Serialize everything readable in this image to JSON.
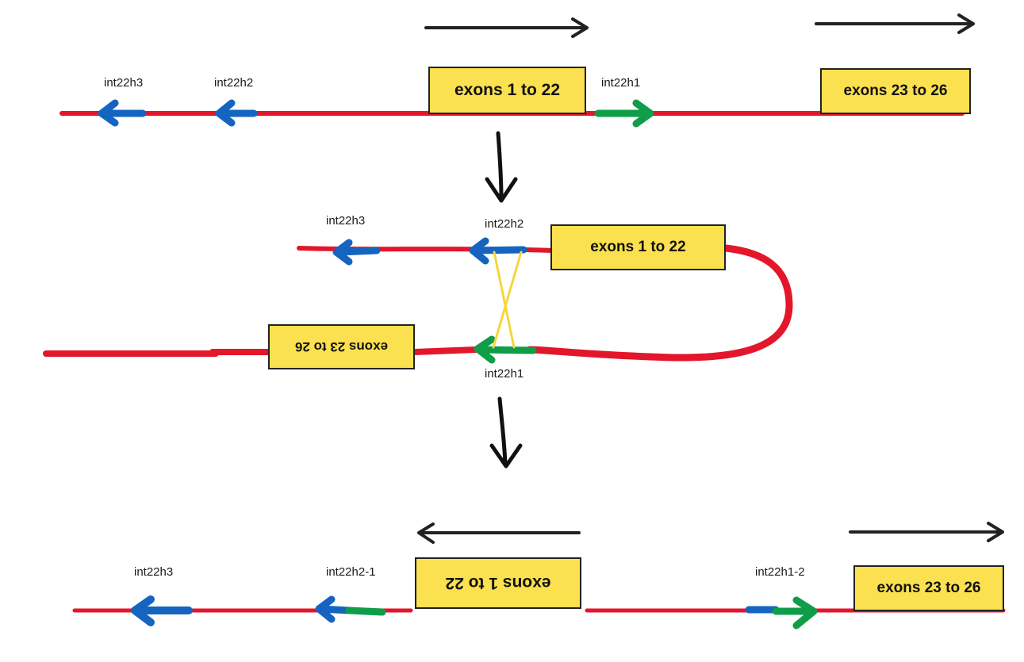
{
  "colors": {
    "chromosome": "#e3162b",
    "int22h_blue": "#1565c0",
    "int22h_green": "#0f9d48",
    "exon_box": "#fbe04f",
    "recombination": "#f5d63d",
    "arrow": "#222222"
  },
  "icons": {
    "direction": "long-arrow-icon",
    "step": "down-arrow-icon"
  },
  "top_row": {
    "labels": {
      "int22h3": "int22h3",
      "int22h2": "int22h2",
      "int22h1": "int22h1"
    },
    "boxes": {
      "exons_1_22": "exons 1 to 22",
      "exons_23_26": "exons 23 to 26"
    }
  },
  "middle_row": {
    "labels": {
      "int22h3": "int22h3",
      "int22h2": "int22h2",
      "int22h1": "int22h1"
    },
    "boxes": {
      "exons_1_22": "exons 1 to 22",
      "exons_23_26_inverted": "exons 23 to 26"
    }
  },
  "bottom_row": {
    "labels": {
      "int22h3": "int22h3",
      "int22h2_1": "int22h2-1",
      "int22h1_2": "int22h1-2"
    },
    "boxes": {
      "exons_1_22_inverted": "exons 1 to 22",
      "exons_23_26": "exons 23 to 26"
    }
  }
}
